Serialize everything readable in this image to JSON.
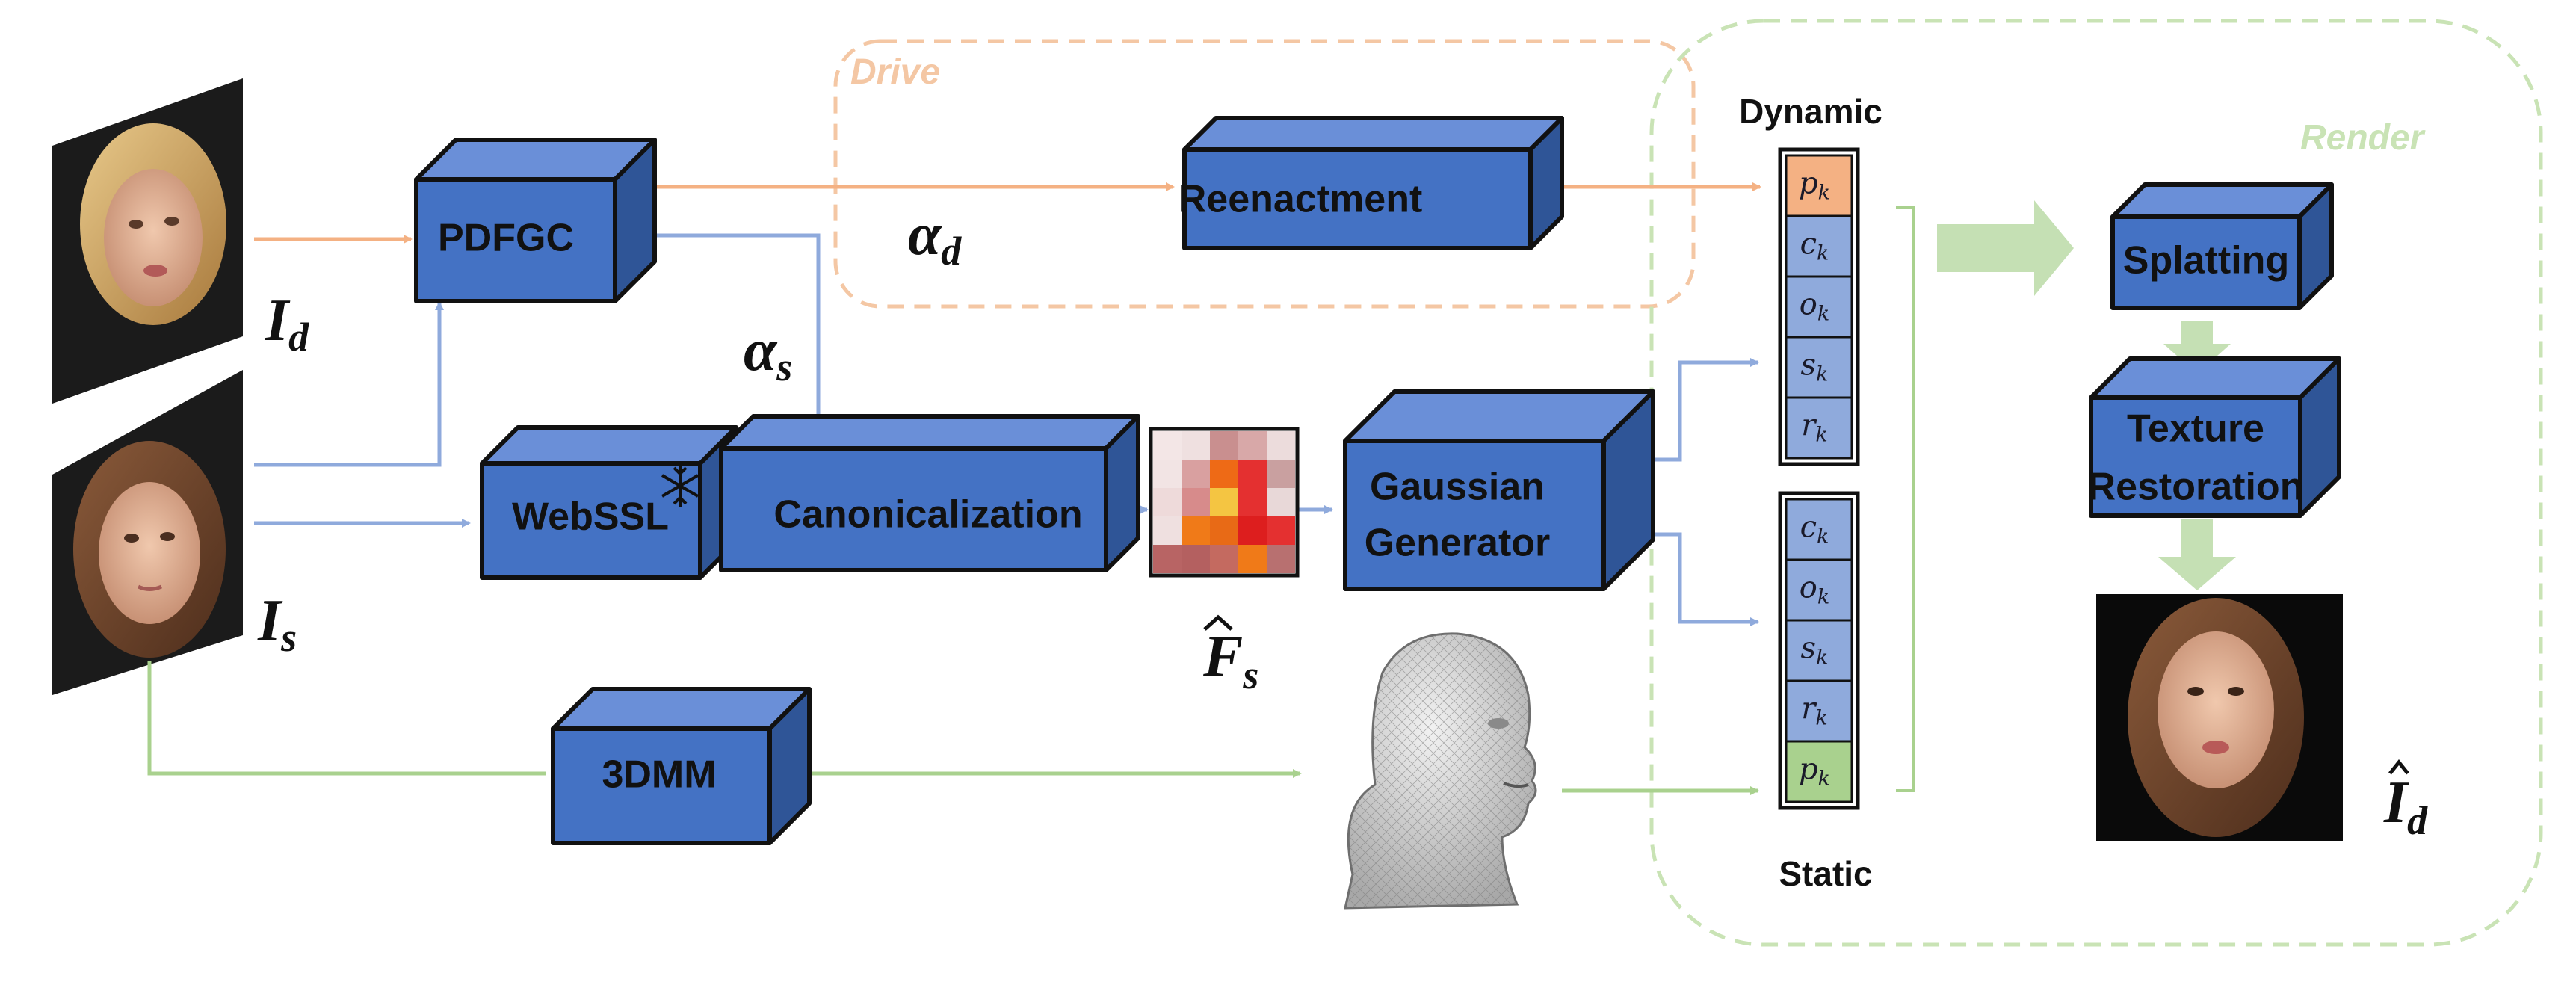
{
  "regions": {
    "drive": {
      "label": "Drive",
      "color": "#f4c7a4"
    },
    "render": {
      "label": "Render",
      "color": "#c9e3b5"
    }
  },
  "modules": {
    "pdfgc": "PDFGC",
    "reenactment": "Reenactment",
    "webssl": "WebSSL",
    "canonicalization": "Canonicalization",
    "gaussian_generator_line1": "Gaussian",
    "gaussian_generator_line2": "Generator",
    "threedmm": "3DMM",
    "splatting": "Splatting",
    "texture_restoration_line1": "Texture",
    "texture_restoration_line2": "Restoration"
  },
  "symbols": {
    "driving_image": {
      "base": "I",
      "sub": "d"
    },
    "source_image": {
      "base": "I",
      "sub": "s"
    },
    "alpha_drive": {
      "base": "α",
      "sub": "d"
    },
    "alpha_source": {
      "base": "α",
      "sub": "s"
    },
    "canonical_feature": {
      "base": "F",
      "sub": "s",
      "accent": "^"
    },
    "output_image": {
      "base": "I",
      "sub": "d",
      "accent": "^"
    }
  },
  "attributes": {
    "dynamic_title": "Dynamic",
    "static_title": "Static",
    "dynamic_cells": [
      {
        "sym": "p",
        "sub": "k",
        "color": "#f4b183"
      },
      {
        "sym": "c",
        "sub": "k",
        "color": "#8faadc"
      },
      {
        "sym": "o",
        "sub": "k",
        "color": "#8faadc"
      },
      {
        "sym": "s",
        "sub": "k",
        "color": "#8faadc"
      },
      {
        "sym": "r",
        "sub": "k",
        "color": "#8faadc"
      }
    ],
    "static_cells": [
      {
        "sym": "c",
        "sub": "k",
        "color": "#8faadc"
      },
      {
        "sym": "o",
        "sub": "k",
        "color": "#8faadc"
      },
      {
        "sym": "s",
        "sub": "k",
        "color": "#8faadc"
      },
      {
        "sym": "r",
        "sub": "k",
        "color": "#8faadc"
      },
      {
        "sym": "p",
        "sub": "k",
        "color": "#a9d18e"
      }
    ]
  },
  "colors": {
    "box_front": "#4472c4",
    "box_top": "#6a8fd8",
    "box_side": "#2f5597",
    "arrow_orange": "#f4b183",
    "arrow_blue": "#8faadc",
    "arrow_green": "#a9d18e",
    "big_arrow_green": "#c5e0b4"
  }
}
